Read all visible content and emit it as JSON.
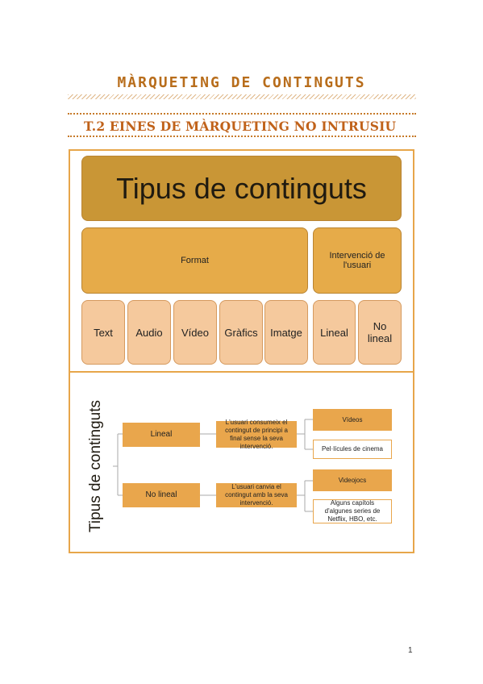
{
  "header": {
    "title": "MÀRQUETING DE CONTINGUTS",
    "section": "T.2 EINES DE MÀRQUETING NO INTRUSIU"
  },
  "diagram1": {
    "top": "Tipus de continguts",
    "format": "Format",
    "intervencio": "Intervenció de l'usuari",
    "items": [
      "Text",
      "Audio",
      "Vídeo",
      "Gràfics",
      "Imatge",
      "Lineal",
      "No lineal"
    ]
  },
  "diagram2": {
    "root": "Tipus de continguts",
    "lineal": "Lineal",
    "no_lineal": "No lineal",
    "lineal_desc": "L'usuari consumeix el contingut de principi a final sense la seva intervenció.",
    "no_lineal_desc": "L'usuari canvia el contingut amb la seva intervenció.",
    "videos": "Vídeos",
    "pelicules": "Pel·lícules de cinema",
    "videojocs": "Videojocs",
    "capitols": "Alguns capítols d'algunes series de Netflix, HBO, etc."
  },
  "footer": {
    "page": "1"
  }
}
